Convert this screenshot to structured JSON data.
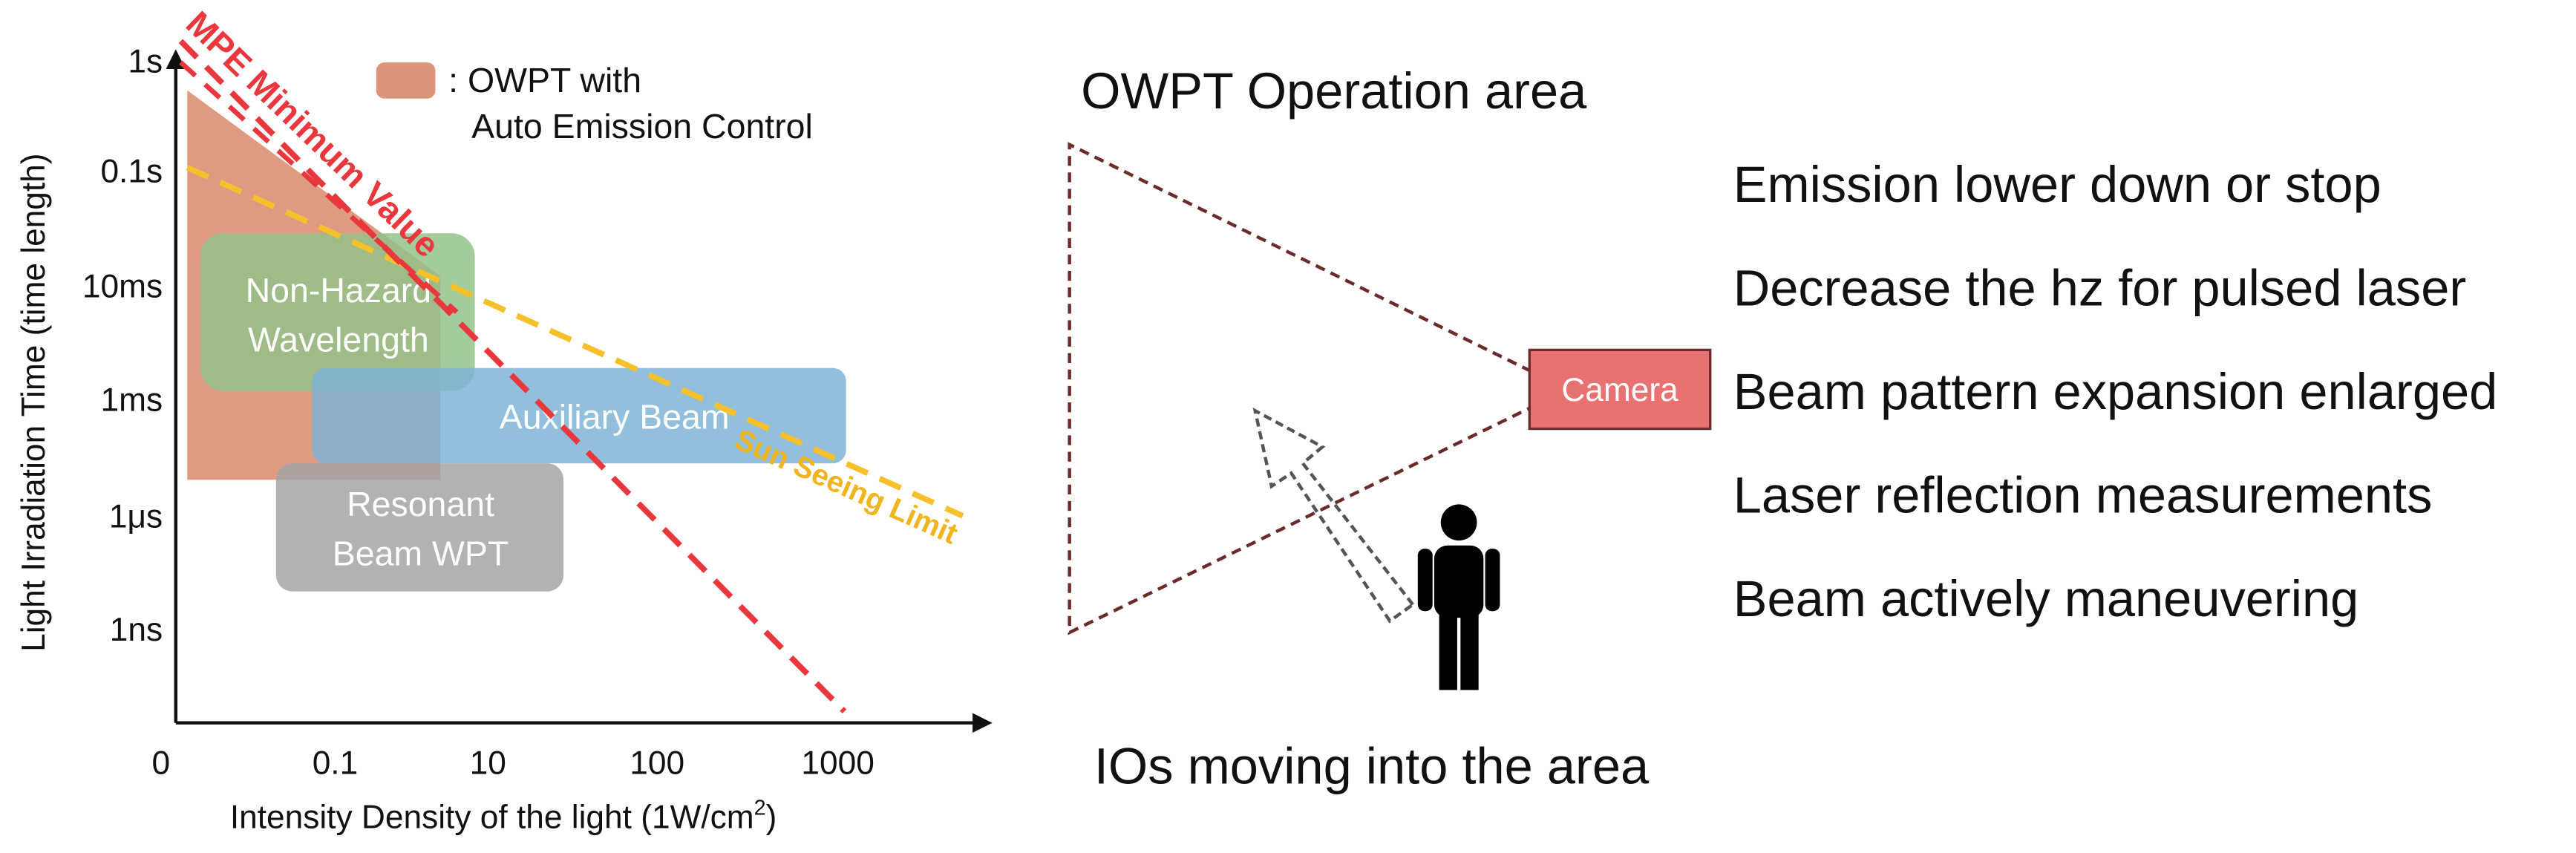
{
  "chart": {
    "ylabel": "Light Irradiation Time (time length)",
    "xlabel": "Intensity Density of the light (1W/cm",
    "xlabel_sup": "2",
    "xlabel_close": ")",
    "y_ticks": [
      "1s",
      "0.1s",
      "10ms",
      "1ms",
      "1μs",
      "1ns"
    ],
    "x_ticks": [
      "0",
      "0.1",
      "10",
      "100",
      "1000"
    ],
    "legend_line1": ": OWPT with",
    "legend_line2": "Auto Emission Control",
    "mpe_label": "MPE Minimum Value",
    "sun_label": "Sun Seeing Limit",
    "zones": {
      "non_hazard_1": "Non-Hazard",
      "non_hazard_2": "Wavelength",
      "auxiliary": "Auxiliary Beam",
      "resonant_1": "Resonant",
      "resonant_2": "Beam WPT"
    },
    "colors": {
      "owpt_region": "#d88a6c",
      "non_hazard": "#93c28a",
      "auxiliary": "#7fb4d6",
      "resonant": "#a4a4a4",
      "mpe_line": "#e8373d",
      "sun_line": "#f5c02a"
    }
  },
  "scene": {
    "area_title": "OWPT Operation area",
    "camera_label": "Camera",
    "camera_color": "#e87272",
    "ios_label": "IOs moving into the area",
    "measures": [
      "Emission lower down or stop",
      "Decrease the hz for pulsed laser",
      "Beam pattern expansion enlarged",
      "Laser reflection measurements",
      "Beam actively maneuvering"
    ]
  }
}
